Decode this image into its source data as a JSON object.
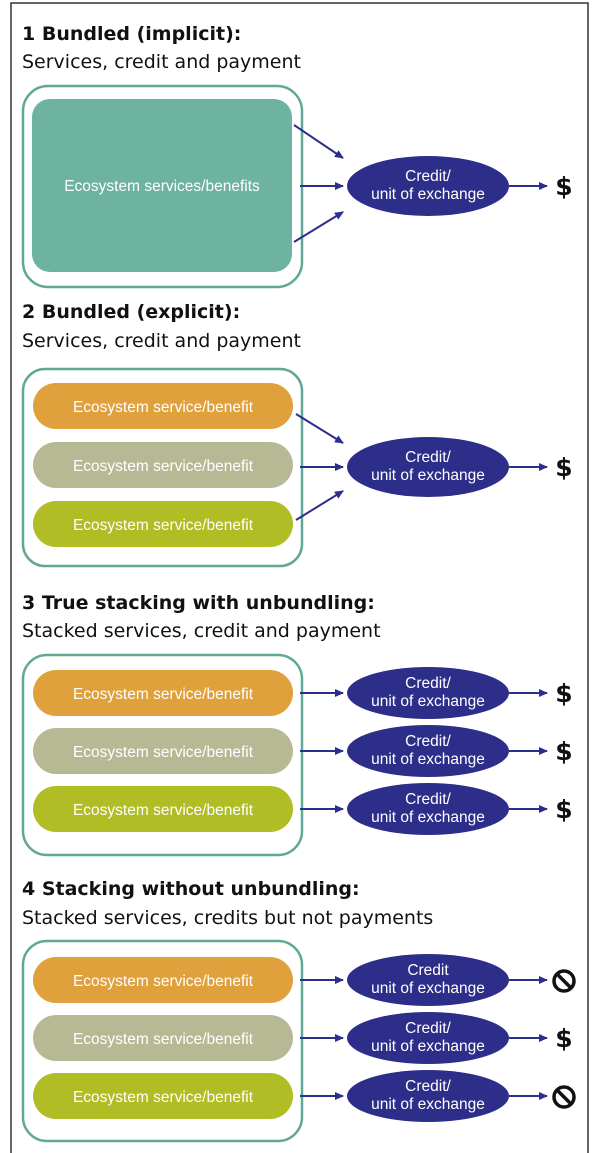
{
  "colors": {
    "frame_border": "#333333",
    "group_border": "#5fa898",
    "bundle_fill": "#6db3a0",
    "service_orange": "#e0a03c",
    "service_grey": "#b7b995",
    "service_lime": "#b1bd24",
    "credit_fill": "#2d2d8a",
    "arrow": "#2d2d8a",
    "text": "#111111"
  },
  "panels": [
    {
      "title": "1 Bundled (implicit):",
      "subtitle": "Services, credit and payment",
      "services": [
        {
          "label": "Ecosystem services/benefits",
          "color": "bundle"
        }
      ],
      "credits": [
        {
          "line1": "Credit/",
          "line2": "unit of exchange",
          "outcome": "$",
          "outcome_icon": "dollar-icon"
        }
      ]
    },
    {
      "title": "2 Bundled (explicit):",
      "subtitle": "Services, credit and payment",
      "services": [
        {
          "label": "Ecosystem service/benefit",
          "color": "orange"
        },
        {
          "label": "Ecosystem service/benefit",
          "color": "grey"
        },
        {
          "label": "Ecosystem service/benefit",
          "color": "lime"
        }
      ],
      "credits": [
        {
          "line1": "Credit/",
          "line2": "unit of exchange",
          "outcome": "$",
          "outcome_icon": "dollar-icon"
        }
      ]
    },
    {
      "title": "3 True stacking with unbundling:",
      "subtitle": "Stacked services, credit and payment",
      "services": [
        {
          "label": "Ecosystem service/benefit",
          "color": "orange"
        },
        {
          "label": "Ecosystem service/benefit",
          "color": "grey"
        },
        {
          "label": "Ecosystem service/benefit",
          "color": "lime"
        }
      ],
      "credits": [
        {
          "line1": "Credit/",
          "line2": "unit of exchange",
          "outcome": "$",
          "outcome_icon": "dollar-icon"
        },
        {
          "line1": "Credit/",
          "line2": "unit of exchange",
          "outcome": "$",
          "outcome_icon": "dollar-icon"
        },
        {
          "line1": "Credit/",
          "line2": "unit of exchange",
          "outcome": "$",
          "outcome_icon": "dollar-icon"
        }
      ]
    },
    {
      "title": "4 Stacking without unbundling:",
      "subtitle": "Stacked services, credits but not payments",
      "services": [
        {
          "label": "Ecosystem service/benefit",
          "color": "orange"
        },
        {
          "label": "Ecosystem service/benefit",
          "color": "grey"
        },
        {
          "label": "Ecosystem service/benefit",
          "color": "lime"
        }
      ],
      "credits": [
        {
          "line1": "Credit",
          "line2": "unit of exchange",
          "outcome": "",
          "outcome_icon": "prohibited-icon"
        },
        {
          "line1": "Credit/",
          "line2": "unit of exchange",
          "outcome": "$",
          "outcome_icon": "dollar-icon"
        },
        {
          "line1": "Credit/",
          "line2": "unit of exchange",
          "outcome": "",
          "outcome_icon": "prohibited-icon"
        }
      ]
    }
  ]
}
